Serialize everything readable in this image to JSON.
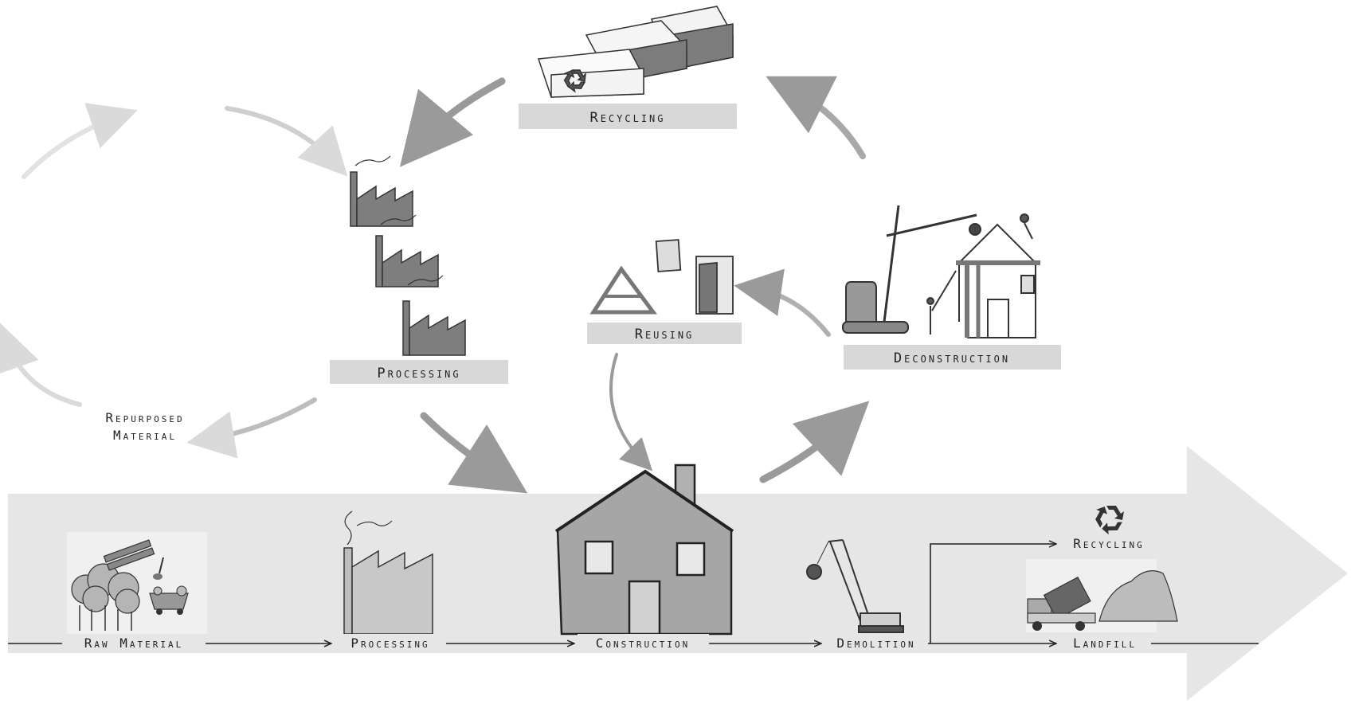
{
  "cycle": {
    "recycling": "Recycling",
    "processing": "Processing",
    "reusing": "Reusing",
    "deconstruction": "Deconstruction",
    "repurposed_line1": "Repurposed",
    "repurposed_line2": "Material"
  },
  "linear": {
    "raw_material": "Raw Material",
    "processing": "Processing",
    "construction": "Construction",
    "demolition": "Demolition",
    "landfill": "Landfill",
    "recycling": "Recycling"
  },
  "colors": {
    "band": "#e6e6e6",
    "label_box": "#d8d8d8",
    "arrow_dark": "#9a9a9a",
    "arrow_light": "#d6d6d6",
    "factory": "#8a8a8a",
    "house": "#a6a6a6"
  }
}
